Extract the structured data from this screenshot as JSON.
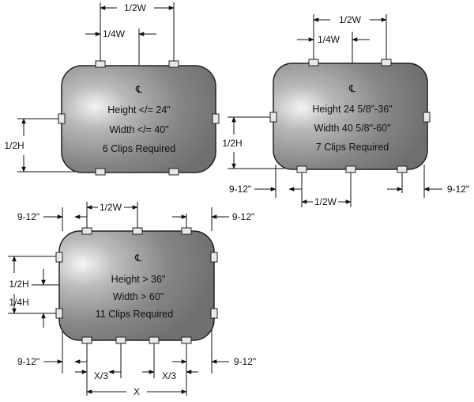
{
  "centerline_symbol": "℄",
  "panel_a": {
    "half_w": "1/2W",
    "quarter_w": "1/4W",
    "half_h": "1/2H",
    "line1": "Height </= 24\"",
    "line2": "Width </= 40\"",
    "line3": "6 Clips Required"
  },
  "panel_b": {
    "half_w_top": "1/2W",
    "quarter_w": "1/4W",
    "half_h": "1/2H",
    "half_w_bottom": "1/2W",
    "offset_left": "9-12\"",
    "offset_right": "9-12\"",
    "line1": "Height  24 5/8\"-36\"",
    "line2": "Width 40 5/8\"-60\"",
    "line3": "7 Clips Required"
  },
  "panel_c": {
    "half_w": "1/2W",
    "offset_top_left": "9-12\"",
    "offset_top_right": "9-12\"",
    "half_h": "1/2H",
    "quarter_h": "1/4H",
    "offset_bottom_left": "9-12\"",
    "offset_bottom_right": "9-12\"",
    "third_x_left": "X/3",
    "third_x_right": "X/3",
    "total_x": "X",
    "line1": "Height > 36\"",
    "line2": "Width > 60\"",
    "line3": "11 Clips Required"
  }
}
